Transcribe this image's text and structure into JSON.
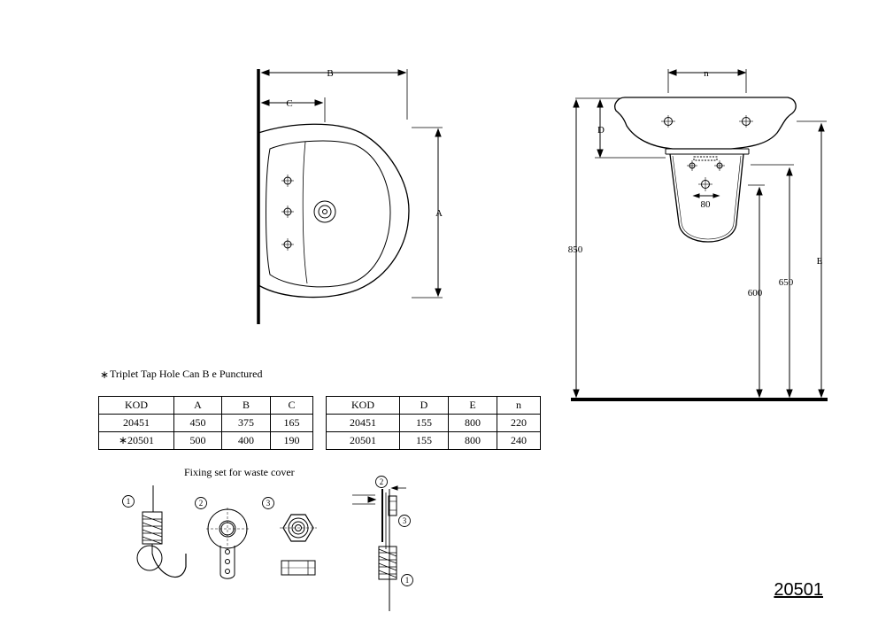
{
  "top_view": {
    "dim_a": "A",
    "dim_b": "B",
    "dim_c": "C"
  },
  "side_view": {
    "dim_n": "n",
    "dim_d": "D",
    "dim_80": "80",
    "dim_850": "850",
    "dim_600": "600",
    "dim_650": "650",
    "dim_e": "E"
  },
  "note": "Triplet Tap Hole Can B e Punctured",
  "note_mark": "∗",
  "table_left": {
    "headers": [
      "KOD",
      "A",
      "B",
      "C"
    ],
    "rows": [
      [
        "20451",
        "450",
        "375",
        "165"
      ],
      [
        "∗20501",
        "500",
        "400",
        "190"
      ]
    ]
  },
  "table_right": {
    "headers": [
      "KOD",
      "D",
      "E",
      "n"
    ],
    "rows": [
      [
        "20451",
        "155",
        "800",
        "220"
      ],
      [
        "20501",
        "155",
        "800",
        "240"
      ]
    ]
  },
  "fixing_set": {
    "title": "Fixing set for waste cover",
    "part_1": "1",
    "part_2": "2",
    "part_3": "3"
  },
  "sheet_code": "20501"
}
